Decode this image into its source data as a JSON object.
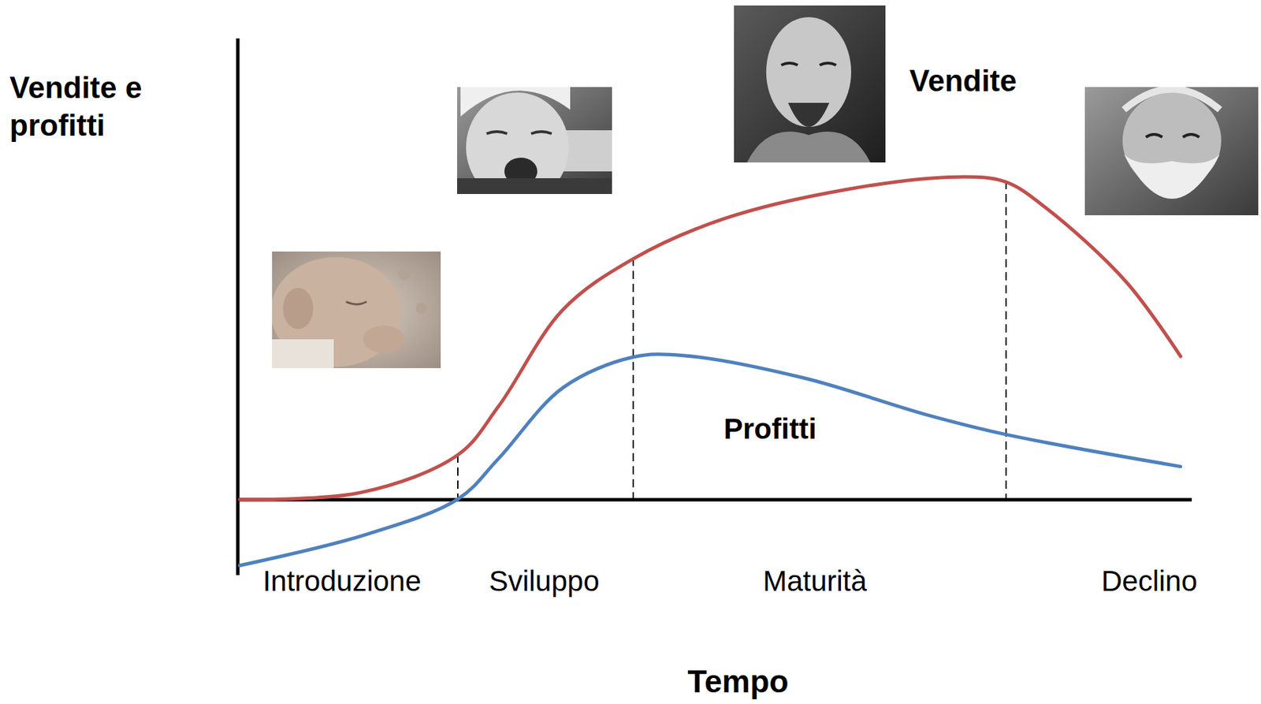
{
  "diagram": {
    "labels": [
      "Vendite e profitti",
      "Vendite",
      "Profitti",
      "Introduzione",
      "Sviluppo",
      "Maturità",
      "Declino",
      "Tempo"
    ]
  }
}
